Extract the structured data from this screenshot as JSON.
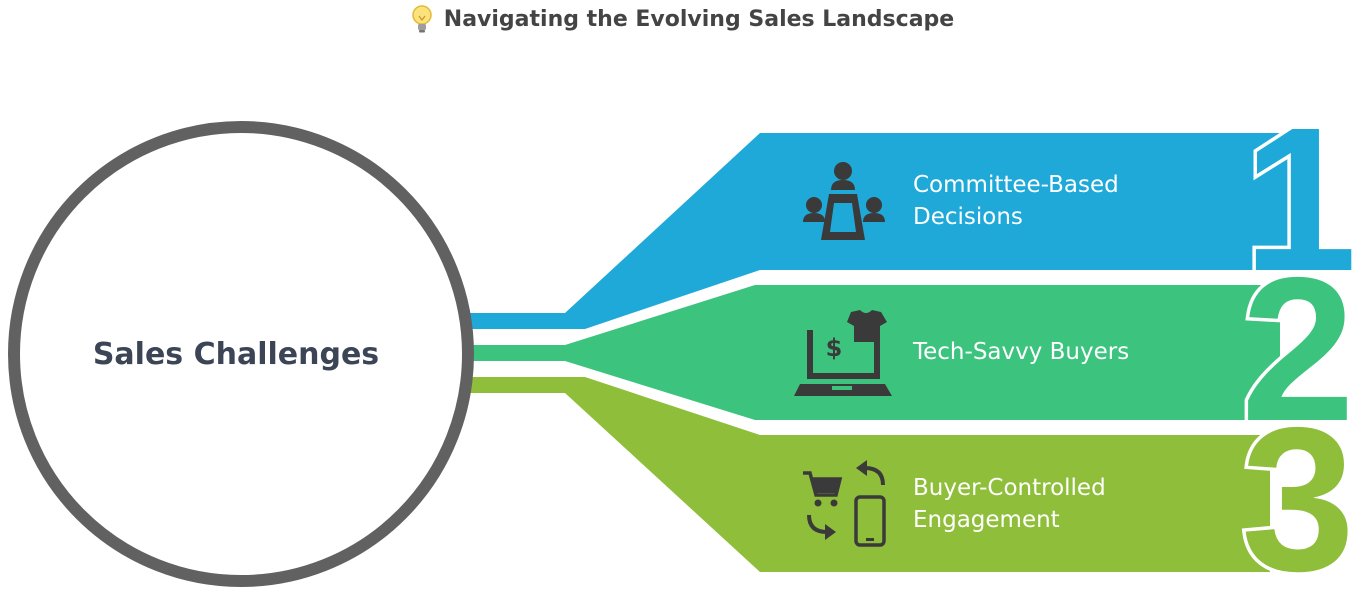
{
  "title": {
    "text": "Navigating the Evolving Sales Landscape",
    "icon": "lightbulb-icon"
  },
  "hub": {
    "label": "Sales Challenges",
    "ring_color": "#616161",
    "text_color": "#3b4556"
  },
  "items": [
    {
      "number": "1",
      "lines": [
        "Committee-Based",
        "Decisions"
      ],
      "icon": "meeting-table-icon",
      "color": "#1fa9d9"
    },
    {
      "number": "2",
      "lines": [
        "Tech-Savvy Buyers"
      ],
      "icon": "laptop-shopping-icon",
      "color": "#3cc47f"
    },
    {
      "number": "3",
      "lines": [
        "Buyer-Controlled",
        "Engagement"
      ],
      "icon": "cart-phone-sync-icon",
      "color": "#8fbe3a"
    }
  ]
}
